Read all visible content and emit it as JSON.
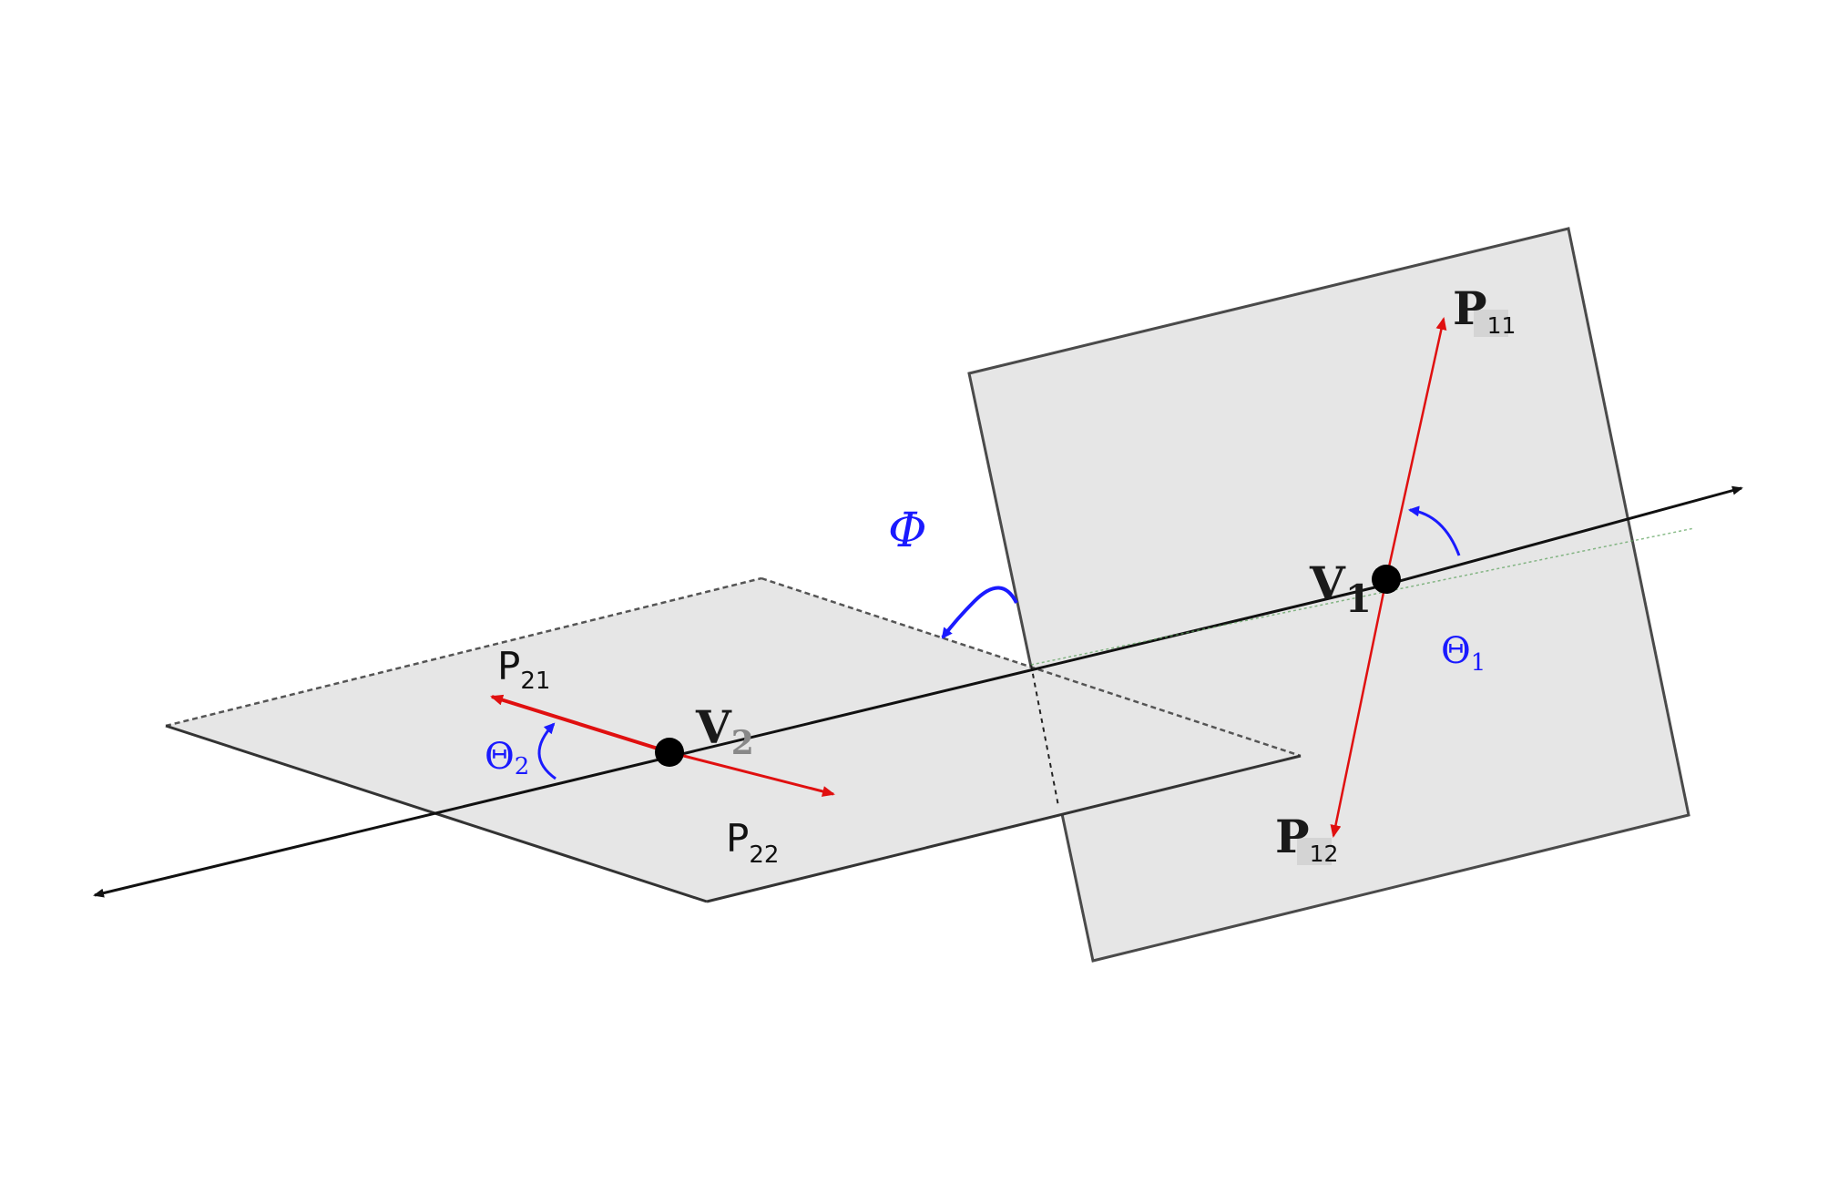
{
  "colors": {
    "plane_fill": "#e6e6e6",
    "plane_stroke": "#4a4a4a",
    "axis": "#111111",
    "vector": "#e01010",
    "angle": "#1a1aff"
  },
  "labels": {
    "v1": {
      "base": "V",
      "sub": "1"
    },
    "v2": {
      "base": "V",
      "sub": "2"
    },
    "p11": {
      "base": "P",
      "sub": "11"
    },
    "p12": {
      "base": "P",
      "sub": "12"
    },
    "p21": {
      "base": "P",
      "sub": "21"
    },
    "p22": {
      "base": "P",
      "sub": "22"
    },
    "theta1": {
      "base": "Θ",
      "sub": "1"
    },
    "theta2": {
      "base": "Θ",
      "sub": "2"
    },
    "phi": "Φ"
  }
}
